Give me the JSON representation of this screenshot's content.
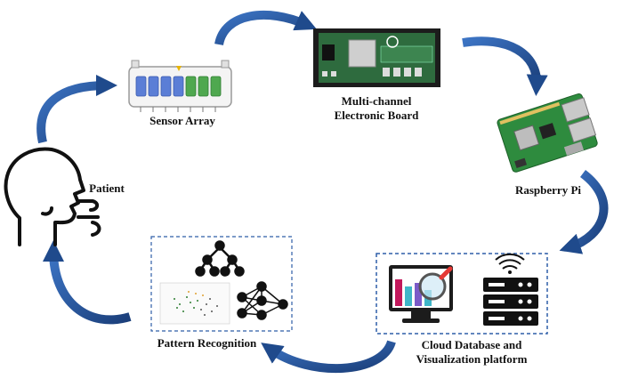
{
  "nodes": {
    "patient": {
      "label": "Patient"
    },
    "sensor_array": {
      "label": "Sensor Array"
    },
    "electronic_board": {
      "label_line1": "Multi-channel",
      "label_line2": "Electronic Board"
    },
    "raspberry_pi": {
      "label": "Raspberry Pi"
    },
    "cloud": {
      "label_line1": "Cloud Database and",
      "label_line2": "Visualization platform"
    },
    "pattern_recognition": {
      "label": "Pattern Recognition"
    }
  },
  "colors": {
    "arrow": "#2E5EA8",
    "arrow_dark": "#1B3F7A",
    "sensor_blue": "#5B7ED6",
    "sensor_green": "#4FA84F",
    "board_frame": "#2B2B2B",
    "board_green": "#1F6B3A",
    "pi_green": "#2E8B3E",
    "monitor_teal": "#3FB6C8",
    "panel_border": "#2E5EA8"
  },
  "icons": {
    "patient": "head-breathing-icon",
    "cloud_left": "analytics-monitor-icon",
    "cloud_right": "server-wifi-icon",
    "pattern_top": "tree-network-icon",
    "pattern_right": "neural-network-icon"
  }
}
